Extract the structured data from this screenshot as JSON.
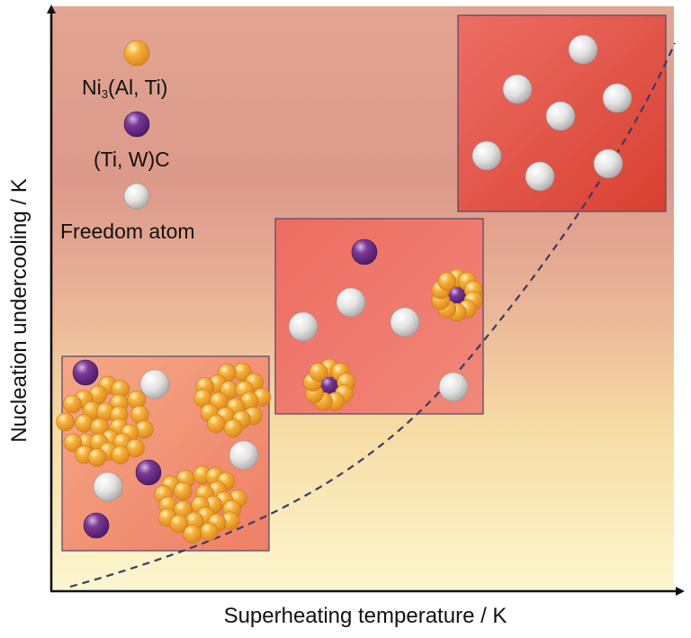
{
  "x_axis_label": "Superheating temperature / K",
  "y_axis_label": "Nucleation undercooling / K",
  "legend": {
    "ni3_prefix": "Ni",
    "ni3_subscript": "3",
    "ni3_suffix": "(Al, Ti)",
    "tiwc": "(Ti, W)C",
    "free_atom": "Freedom atom"
  },
  "colors": {
    "ni3": "#f3a62c",
    "tiwc": "#6a2f86",
    "free_atom": "#d8d6d6",
    "curve": "#3a3a66",
    "axis": "#111111"
  },
  "panels": [
    {
      "name": "low-superheating-panel",
      "contents": "large Ni3(Al,Ti) clusters with (Ti,W)C and free atoms"
    },
    {
      "name": "mid-superheating-panel",
      "contents": "small Ni3(Al,Ti) clusters around (Ti,W)C with free atoms"
    },
    {
      "name": "high-superheating-panel",
      "contents": "free atoms only"
    }
  ]
}
